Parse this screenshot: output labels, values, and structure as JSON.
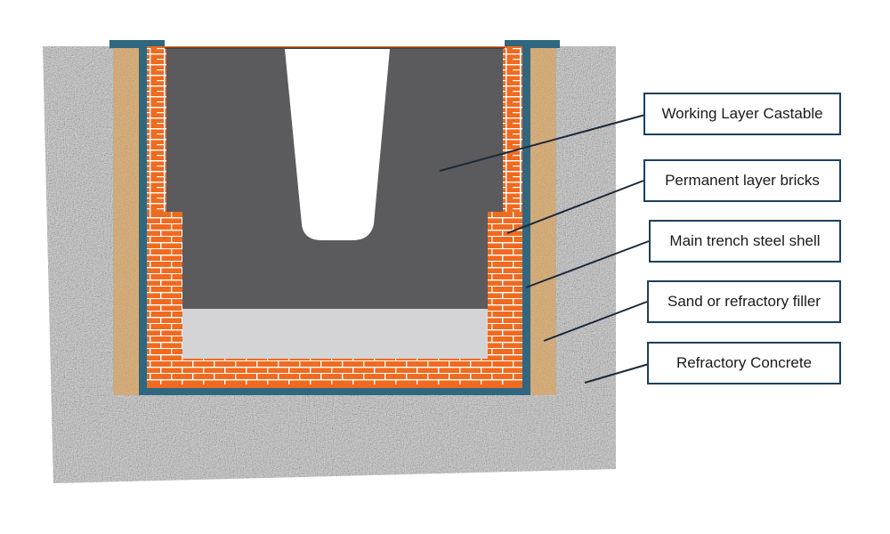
{
  "labels": {
    "working_layer": "Working Layer Castable",
    "permanent_layer": "Permanent layer bricks",
    "steel_shell": "Main trench steel shell",
    "filler": "Sand or refractory filler",
    "concrete": "Refractory Concrete"
  },
  "colors": {
    "concrete": "#b9b9b9",
    "filler": "#c79a63",
    "steel_shell": "#2f6781",
    "brick": "#f06a1f",
    "mortar": "#ffffff",
    "castable": "#5b5b5e",
    "sand_base": "#d4d4d6",
    "label_border": "#1e3f5c",
    "leader_line": "#1a2a3a"
  }
}
